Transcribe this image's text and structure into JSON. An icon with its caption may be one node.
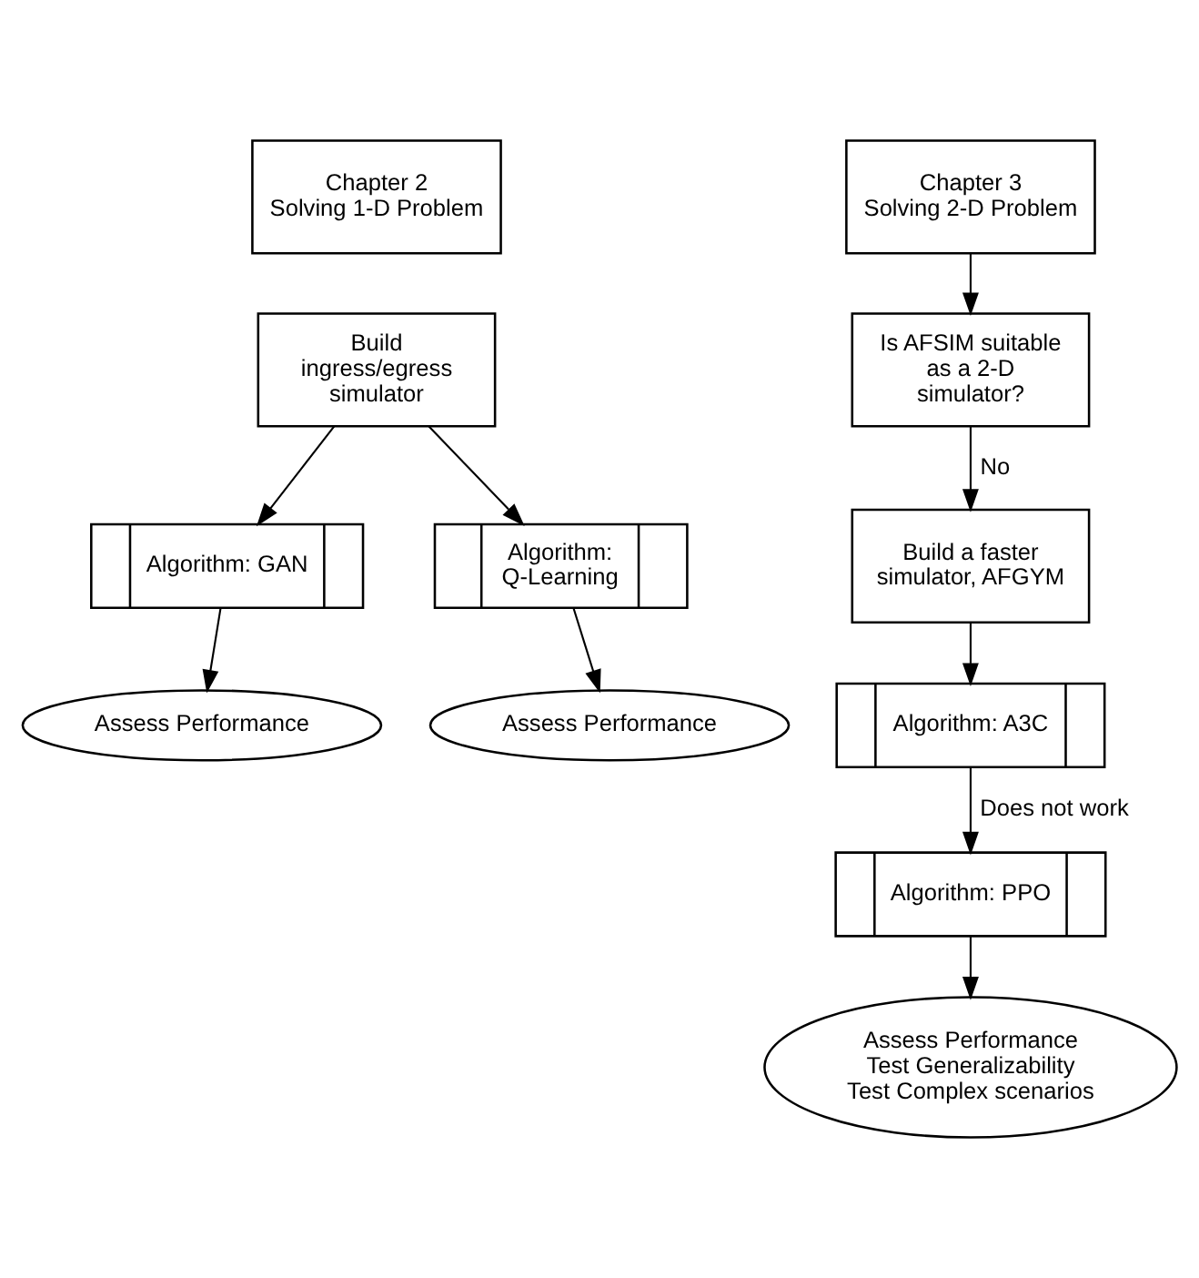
{
  "diagram": {
    "nodes": [
      {
        "text": [
          "Chapter 2",
          "Solving 1-D Problem"
        ]
      },
      {
        "text": [
          "Chapter 3",
          "Solving 2-D Problem"
        ]
      },
      {
        "text": [
          "Build ingress/egress simulator"
        ]
      },
      {
        "text": [
          "Is AFSIM suitable as a 2-D simulator?"
        ]
      },
      {
        "text": [
          "Algorithm: GAN"
        ]
      },
      {
        "text": [
          "Algorithm: Q-Learning"
        ]
      },
      {
        "text": [
          "Build a faster simulator, AFGYM"
        ]
      },
      {
        "text": [
          "Assess Performance"
        ]
      },
      {
        "text": [
          "Assess Performance"
        ]
      },
      {
        "text": [
          "Algorithm: A3C"
        ]
      },
      {
        "text": [
          "Algorithm: PPO"
        ]
      },
      {
        "text": [
          "Assess Performance",
          "Test Generalizability",
          "Test Complex scenarios"
        ]
      }
    ],
    "edges": [
      {
        "from": 2,
        "to": 4,
        "arrow": "to"
      },
      {
        "from": 2,
        "to": 5,
        "arrow": "to"
      },
      {
        "from": 1,
        "to": 3,
        "arrow": "to"
      },
      {
        "from": 3,
        "to": 6,
        "arrow": "to",
        "label": "No"
      },
      {
        "from": 4,
        "to": 7,
        "arrow": "to"
      },
      {
        "from": 5,
        "to": 8,
        "arrow": "to"
      },
      {
        "from": 6,
        "to": 9,
        "arrow": "to"
      },
      {
        "from": 9,
        "to": 10,
        "arrow": "to",
        "label": "Does not work"
      },
      {
        "from": 10,
        "to": 11,
        "arrow": "to"
      }
    ]
  }
}
